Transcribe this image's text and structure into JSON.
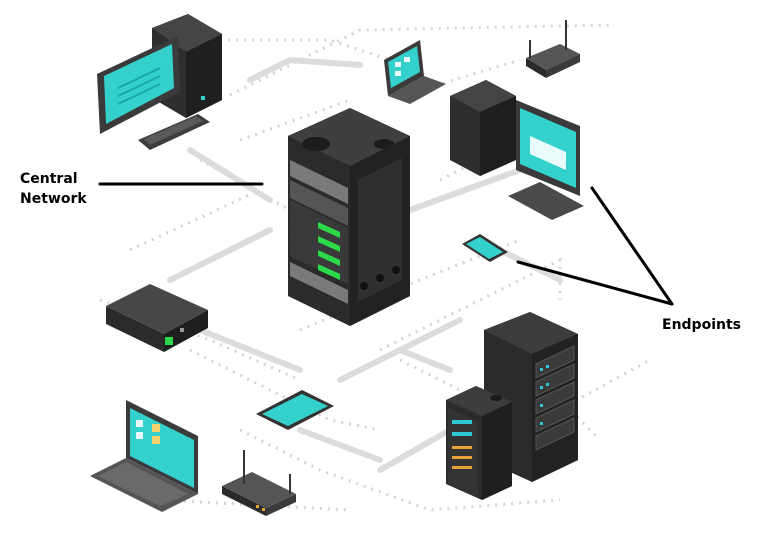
{
  "labels": {
    "central_network_line1": "Central",
    "central_network_line2": "Network",
    "endpoints": "Endpoints"
  },
  "colors": {
    "screen": "#34d1cc",
    "screen_dark": "#1aa9a6",
    "device_dark": "#2b2b2b",
    "device_mid": "#3d3d3d",
    "device_light": "#555555",
    "led_green": "#2bd94a",
    "led_cyan": "#2fc6d6",
    "led_orange": "#e8a23a",
    "network_line": "#cfcfcf",
    "callout_line": "#000000"
  },
  "devices": [
    {
      "name": "desktop-computer-top-left",
      "type": "desktop"
    },
    {
      "name": "laptop-top",
      "type": "laptop"
    },
    {
      "name": "router-top-right",
      "type": "router"
    },
    {
      "name": "desktop-computer-right",
      "type": "desktop"
    },
    {
      "name": "server-rack-central",
      "type": "server-rack"
    },
    {
      "name": "tablet-right",
      "type": "tablet"
    },
    {
      "name": "network-switch-left",
      "type": "switch"
    },
    {
      "name": "tablet-bottom",
      "type": "tablet"
    },
    {
      "name": "laptop-bottom-left",
      "type": "laptop"
    },
    {
      "name": "router-bottom",
      "type": "router"
    },
    {
      "name": "server-cluster-bottom-right",
      "type": "server-cluster"
    }
  ]
}
